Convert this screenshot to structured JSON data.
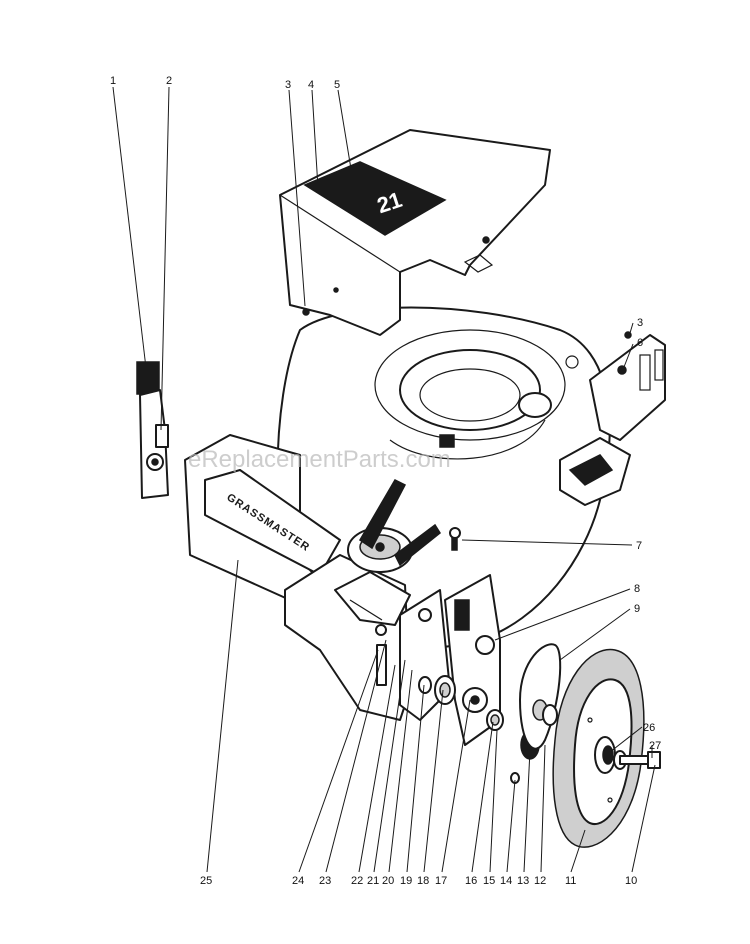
{
  "watermark": "eReplacementParts.com",
  "brand_label": "GRASSMASTER",
  "decal_number": "21",
  "callouts": [
    "1",
    "2",
    "3",
    "4",
    "5",
    "3",
    "6",
    "7",
    "8",
    "9",
    "26",
    "27",
    "25",
    "24",
    "23",
    "22",
    "21",
    "20",
    "19",
    "18",
    "17",
    "16",
    "15",
    "14",
    "13",
    "12",
    "11",
    "10"
  ],
  "colors": {
    "ink": "#1a1a1a",
    "paper": "#ffffff",
    "shade": "#cfcfcf",
    "watermark": "#b9b9b9"
  }
}
